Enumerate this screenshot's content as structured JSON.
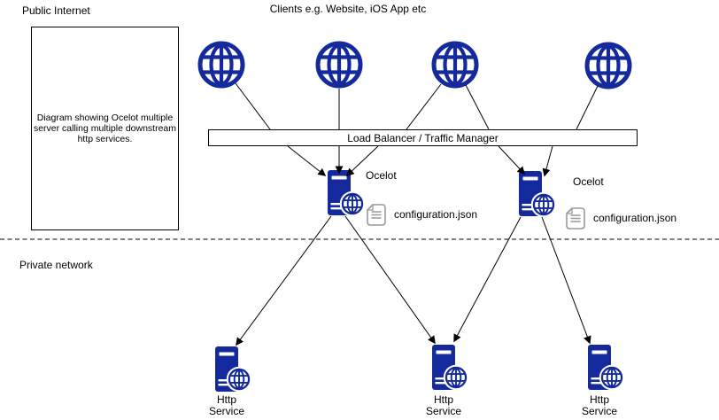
{
  "colors": {
    "node_navy": "#142A9C",
    "doc_gray": "#999999",
    "edge_black": "#000000"
  },
  "zones": {
    "public": {
      "label": "Public Internet",
      "description": "Diagram showing Ocelot multiple\nserver calling multiple downstream\nhttp services."
    },
    "private": {
      "label": "Private network"
    }
  },
  "clients": {
    "title": "Clients e.g. Website, iOS App etc",
    "icons": [
      "globe-icon",
      "globe-icon",
      "globe-icon",
      "globe-icon"
    ]
  },
  "load_balancer": {
    "label": "Load Balancer / Traffic Manager"
  },
  "gateways": {
    "left": {
      "label": "Ocelot",
      "config_file": "configuration.json",
      "icon": "server-globe-icon",
      "config_icon": "document-icon"
    },
    "right": {
      "label": "Ocelot",
      "config_file": "configuration.json",
      "icon": "server-globe-icon",
      "config_icon": "document-icon"
    }
  },
  "services": {
    "labels": [
      "Http\nService",
      "Http\nService",
      "Http\nService"
    ],
    "icon": "server-globe-icon"
  }
}
